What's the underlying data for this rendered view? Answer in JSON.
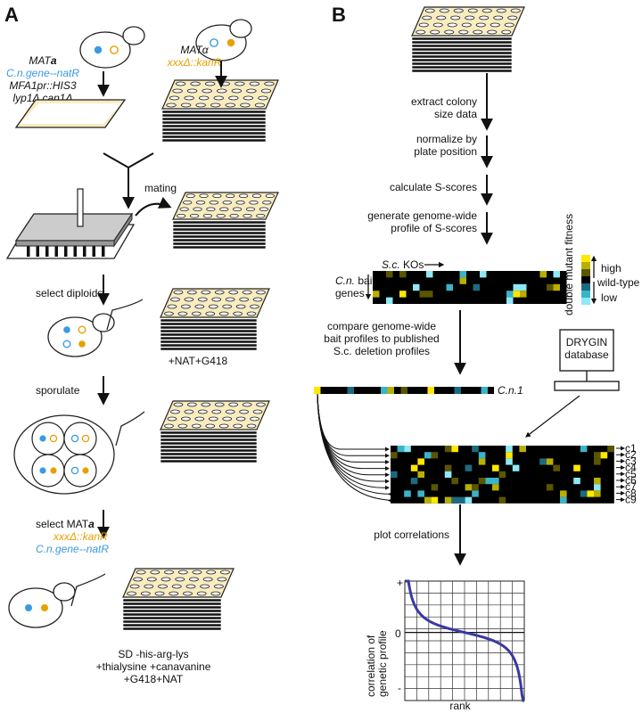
{
  "panel_a": {
    "label": "A",
    "mata_strain": {
      "title_prefix": "MAT",
      "title_suffix": "a",
      "gene": "C.n.gene--natR",
      "marker1": "MFA1pr::HIS3",
      "marker2": "lyp1Δ can1Δ"
    },
    "matalpha_strain": {
      "title": "MATα",
      "gene": "xxxΔ::kanR"
    },
    "step_mating": "mating",
    "step_select_diploids": "select diploids",
    "media_nat_g418": "+NAT+G418",
    "step_sporulate": "sporulate",
    "step_select_mata_prefix": "select MAT",
    "step_select_mata_suffix": "a",
    "select_gene1": "xxxΔ::kanR",
    "select_gene2": "C.n.gene--natR",
    "final_media": [
      "SD -his-arg-lys",
      "+thialysine +canavanine",
      "+G418+NAT"
    ]
  },
  "panel_b": {
    "label": "B",
    "steps": [
      [
        "extract colony",
        "size data"
      ],
      [
        "normalize by",
        "plate position"
      ],
      [
        "calculate S-scores"
      ],
      [
        "generate genome-wide",
        "profile of S-scores"
      ]
    ],
    "heatmap": {
      "sc_kos": "S.c. KOs",
      "cn_bait_1": "C.n. bait",
      "cn_bait_2": "genes"
    },
    "legend": {
      "axis_title": "double mutant fitness",
      "high": "high",
      "wild_type": "wild-type",
      "low": "low",
      "colors": [
        "#ffe800",
        "#b8b000",
        "#5a5600",
        "#000000",
        "#1b6b80",
        "#3bb3c8",
        "#8ee8f5"
      ]
    },
    "compare_step": [
      "compare genome-wide",
      "bait profiles to published",
      "S.c. deletion profiles"
    ],
    "database": [
      "DRYGIN",
      "database"
    ],
    "cn1_label": "C.n.1",
    "row_labels": [
      "c1",
      "c2",
      "c3",
      "c4",
      "c5",
      "c6",
      "c7",
      "c8",
      "c9"
    ],
    "plot_step": "plot correlations",
    "plot_ylabel": [
      "correlation of",
      "genetic profile"
    ],
    "plot_xlabel": "rank",
    "tick_plus": "+",
    "tick_zero": "0",
    "tick_minus": "-"
  },
  "colors": {
    "plate": "#f8ecc0",
    "blue": "#3a9be0",
    "orange": "#e8a000",
    "curve": "#3a3aa0"
  }
}
